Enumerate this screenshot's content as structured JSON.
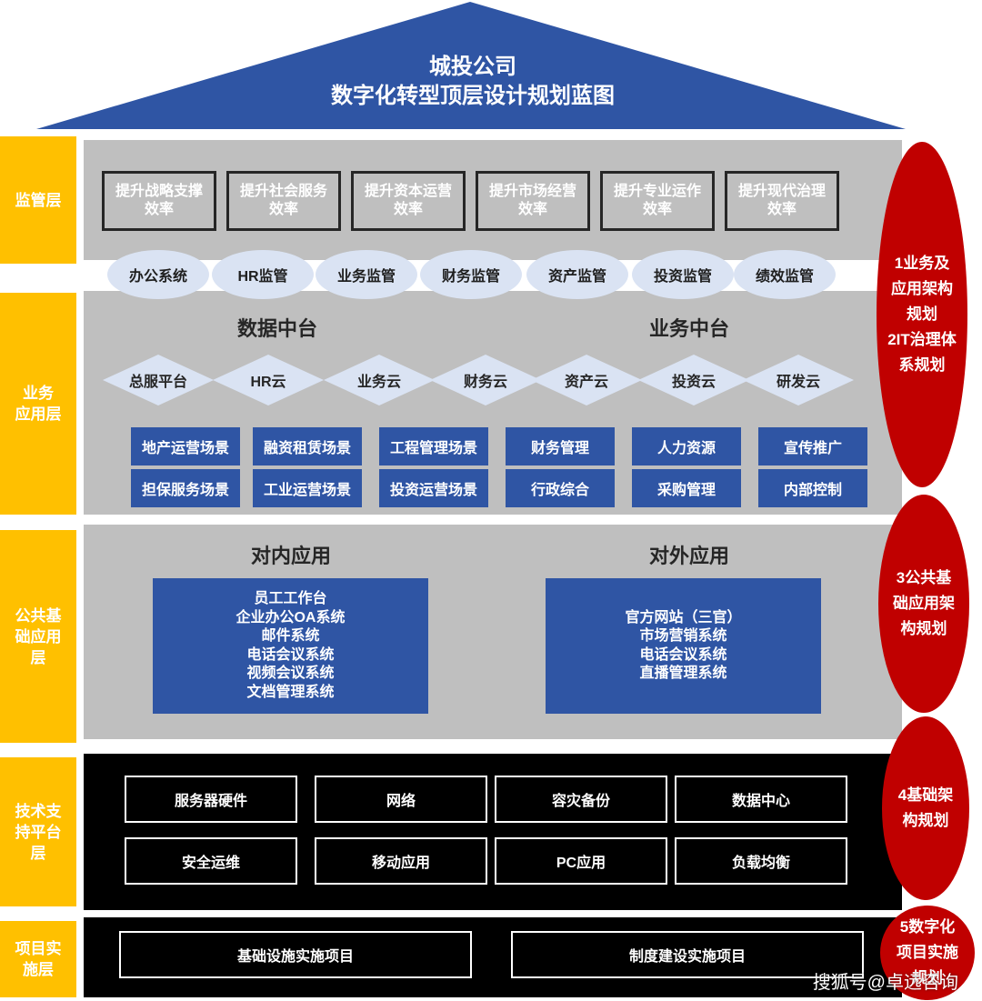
{
  "title": {
    "line1": "城投公司",
    "line2": "数字化转型顶层设计规划蓝图"
  },
  "colors": {
    "roof": "#2f55a4",
    "label": "#ffc000",
    "panel_gray": "#bfbfbf",
    "blue": "#2f55a4",
    "ellipse": "#dae3f3",
    "red": "#c00000",
    "black": "#000000"
  },
  "layers": {
    "supervision": "监管层",
    "business_app": [
      "业务",
      "应用层"
    ],
    "public_base": [
      "公共基",
      "础应用",
      "层"
    ],
    "tech_support": [
      "技术支",
      "持平台",
      "层"
    ],
    "project_impl": [
      "项目实",
      "施层"
    ]
  },
  "efficiency": [
    [
      "提升战略支撑",
      "效率"
    ],
    [
      "提升社会服务",
      "效率"
    ],
    [
      "提升资本运营",
      "效率"
    ],
    [
      "提升市场经营",
      "效率"
    ],
    [
      "提升专业运作",
      "效率"
    ],
    [
      "提升现代治理",
      "效率"
    ]
  ],
  "monitors": [
    "办公系统",
    "HR监管",
    "业务监管",
    "财务监管",
    "资产监管",
    "投资监管",
    "绩效监管"
  ],
  "platforms": {
    "data": "数据中台",
    "business": "业务中台"
  },
  "clouds": [
    "总服平台",
    "HR云",
    "业务云",
    "财务云",
    "资产云",
    "投资云",
    "研发云"
  ],
  "scenes_row1": [
    "地产运营场景",
    "融资租赁场景",
    "工程管理场景",
    "财务管理",
    "人力资源",
    "宣传推广"
  ],
  "scenes_row2": [
    "担保服务场景",
    "工业运营场景",
    "投资运营场景",
    "行政综合",
    "采购管理",
    "内部控制"
  ],
  "internal": {
    "heading": "对内应用",
    "items": [
      "员工工作台",
      "企业办公OA系统",
      "邮件系统",
      "电话会议系统",
      "视频会议系统",
      "文档管理系统"
    ]
  },
  "external": {
    "heading": "对外应用",
    "items": [
      "官方网站（三官）",
      "市场营销系统",
      "电话会议系统",
      "直播管理系统"
    ]
  },
  "tech_row1": [
    "服务器硬件",
    "网络",
    "容灾备份",
    "数据中心"
  ],
  "tech_row2": [
    "安全运维",
    "移动应用",
    "PC应用",
    "负载均衡"
  ],
  "projects": [
    "基础设施实施项目",
    "制度建设实施项目"
  ],
  "planning": {
    "p1": [
      "1业务及",
      "应用架构",
      "规划",
      "2IT治理体",
      "系规划"
    ],
    "p3": [
      "3公共基",
      "础应用架",
      "构规划"
    ],
    "p4": [
      "4基础架",
      "构规划"
    ],
    "p5": [
      "5数字化",
      "项目实施",
      "规划"
    ]
  },
  "watermark": "搜狐号@卓远咨询"
}
